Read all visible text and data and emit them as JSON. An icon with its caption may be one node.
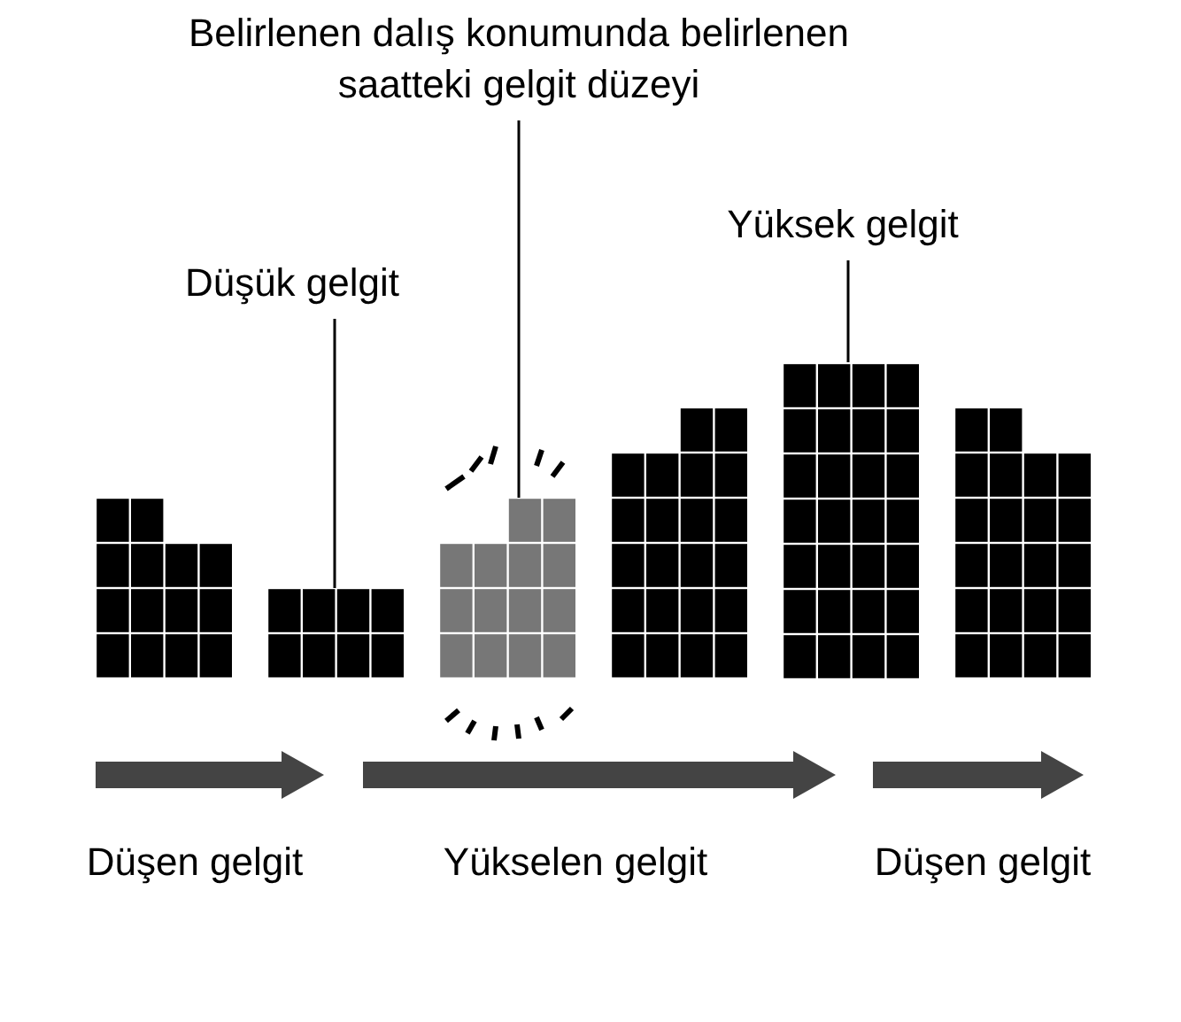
{
  "diagram": {
    "nodes": [
      {
        "text": [
          "Belirlenen dalış konumunda belirlenen saatteki gelgit düzeyi"
        ]
      },
      {
        "text": [
          "Yüksek gelgit"
        ]
      },
      {
        "text": [
          "Düşük gelgit"
        ]
      },
      {
        "text": [],
        "shape": "bar"
      },
      {
        "text": [],
        "shape": "bar"
      },
      {
        "text": [],
        "shape": "bar"
      },
      {
        "text": [],
        "shape": "bar"
      },
      {
        "text": [],
        "shape": "bar"
      },
      {
        "text": [],
        "shape": "bar"
      }
    ],
    "edges": [
      {
        "from": 0,
        "to": 5,
        "arrow": "none"
      },
      {
        "from": 1,
        "to": 7,
        "arrow": "none"
      },
      {
        "from": 2,
        "to": 4,
        "arrow": "none"
      }
    ],
    "labels": [
      "Düşen gelgit",
      "Yükselen gelgit",
      "Düşen gelgit"
    ]
  }
}
